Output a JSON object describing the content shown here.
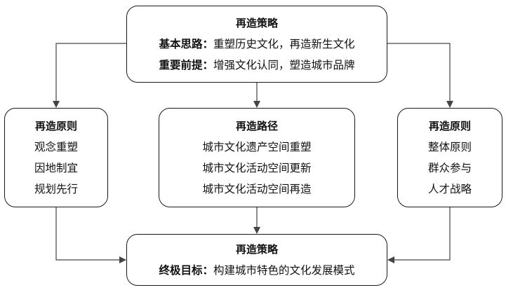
{
  "top_box": {
    "title": "再造策略",
    "line1_label": "基本思路：",
    "line1_text": "重塑历史文化，再造新生文化",
    "line2_label": "重要前提：",
    "line2_text": "增强文化认同，塑造城市品牌"
  },
  "left_box": {
    "title": "再造原则",
    "items": [
      "观念重塑",
      "因地制宜",
      "规划先行"
    ]
  },
  "middle_box": {
    "title": "再造路径",
    "items": [
      "城市文化遗产空间重塑",
      "城市文化活动空间更新",
      "城市文化活动空间再造"
    ]
  },
  "right_box": {
    "title": "再造原则",
    "items": [
      "整体原则",
      "群众参与",
      "人才战略"
    ]
  },
  "bottom_box": {
    "title": "再造策略",
    "line1_label": "终极目标：",
    "line1_text": "构建城市特色的文化发展模式"
  },
  "colors": {
    "stroke": "#1a1a1a",
    "arrow": "#444444"
  }
}
